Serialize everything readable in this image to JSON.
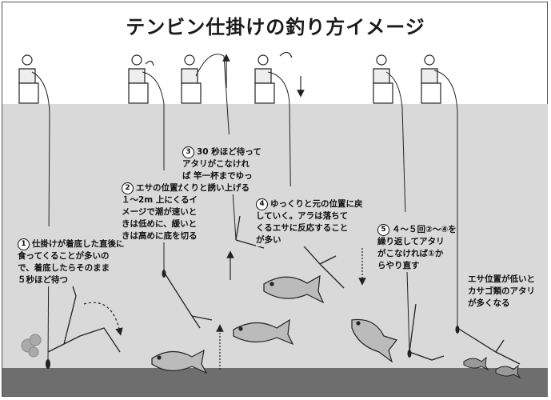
{
  "title": "テンビン仕掛けの釣り方イメージ",
  "colors": {
    "water": "#d9d9d9",
    "seabed": "#6e6e6e",
    "line": "#222222"
  },
  "steps": [
    {
      "num": "1",
      "text": "仕掛けが着底した直後に\n食ってくることが多いの\nで、着底したらそのまま\n５秒ほど待つ"
    },
    {
      "num": "2",
      "text": "エサの位置が底から\n１〜2m 上にくるイ\nメージで潮が速いと\nきは低めに、緩いと\nきは高めに底を切る"
    },
    {
      "num": "3",
      "text": "30 秒ほど待って\nアタリがこなけれ\nば 竿一杯までゆっ\nくりと誘い上げる"
    },
    {
      "num": "4",
      "text": "ゆっくりと元の位置に戻\nしていく。アラは落ちて\nくるエサに反応すること\nが多い"
    },
    {
      "num": "5",
      "text": "４〜５回②〜④を\n繰り返してアタリ\nがこなければ①か\nらやり直す"
    }
  ],
  "side_note": "エサ位置が低いと\nカサゴ類のアタリ\nが多くなる"
}
